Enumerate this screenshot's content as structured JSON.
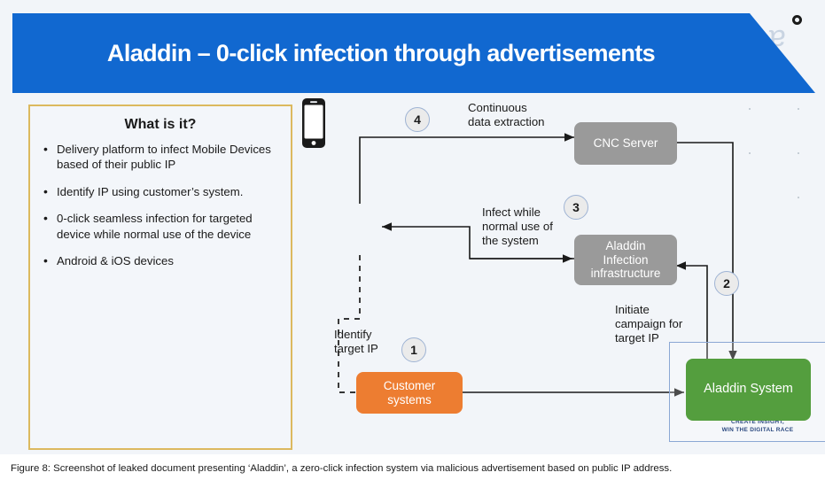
{
  "slide": {
    "title": "Aladdin – 0-click infection through advertisements",
    "banner_color": "#1168d0",
    "background_color": "#f2f5f9",
    "logo_letter": "a"
  },
  "info_panel": {
    "title": "What is it?",
    "border_color": "#dcb95f",
    "bullets": [
      "Delivery platform to infect Mobile Devices based of their public IP",
      "Identify IP using customer’s system.",
      "0-click seamless infection for targeted device while normal use of the device",
      "Android & iOS devices"
    ]
  },
  "diagram": {
    "nodes": [
      {
        "id": "phone",
        "label": "",
        "kind": "mobile-device-icon",
        "color": "#1a1a1a"
      },
      {
        "id": "cnc",
        "label": "CNC Server",
        "kind": "box",
        "color": "#9a9a9a"
      },
      {
        "id": "infra",
        "label": "Aladdin Infection infrastructure",
        "kind": "box",
        "color": "#9a9a9a"
      },
      {
        "id": "customer",
        "label": "Customer systems",
        "kind": "box",
        "color": "#ed7d31"
      },
      {
        "id": "aladdin",
        "label": "Aladdin System",
        "kind": "box",
        "color": "#549e3e"
      }
    ],
    "node_labels": {
      "cnc": "CNC Server",
      "infra_line1": "Aladdin",
      "infra_line2": "Infection",
      "infra_line3": "infrastructure",
      "customer_line1": "Customer",
      "customer_line2": "systems",
      "aladdin": "Aladdin System"
    },
    "product_tagline_line1": "CREATE INSIGHT,",
    "product_tagline_line2": "WIN THE DIGITAL RACE",
    "steps": [
      {
        "number": "1",
        "label": "Identify target IP"
      },
      {
        "number": "2",
        "label": "Initiate campaign for target IP"
      },
      {
        "number": "3",
        "label": "Infect while normal use of the system"
      },
      {
        "number": "4",
        "label": "Continuous data extraction"
      }
    ],
    "edge_labels": {
      "step4_line1": "Continuous",
      "step4_line2": "data extraction",
      "step3_line1": "Infect while",
      "step3_line2": "normal use of",
      "step3_line3": "the system",
      "step2_line1": "Initiate",
      "step2_line2": "campaign for",
      "step2_line3": "target IP",
      "step1_line1": "Identify",
      "step1_line2": "target IP"
    }
  },
  "caption": "Figure 8: Screenshot of leaked document presenting ‘Aladdin’, a zero-click infection system via malicious advertisement based on public IP address."
}
